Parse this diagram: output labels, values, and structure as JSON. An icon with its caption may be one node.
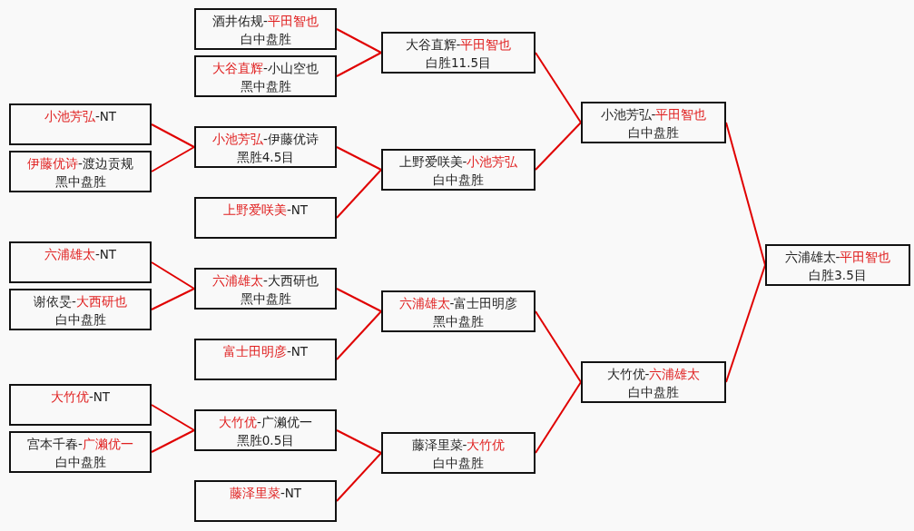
{
  "diagram": {
    "nodes": [
      {
        "text": [
          "**小池芳弘**-NT"
        ]
      },
      {
        "text": [
          "**伊藤优诗**-渡边贡规",
          "黑中盘胜"
        ]
      },
      {
        "text": [
          "**六浦雄太**-NT"
        ]
      },
      {
        "text": [
          "谢依旻-**大西研也**",
          "白中盘胜"
        ]
      },
      {
        "text": [
          "**大竹优**-NT"
        ]
      },
      {
        "text": [
          "宫本千春-**广濑优一**",
          "白中盘胜"
        ]
      },
      {
        "text": [
          "酒井佑规-**平田智也**",
          "白中盘胜"
        ]
      },
      {
        "text": [
          "**大谷直辉**-小山空也",
          "黑中盘胜"
        ]
      },
      {
        "text": [
          "**小池芳弘**-伊藤优诗",
          "黑胜4.5目"
        ]
      },
      {
        "text": [
          "**上野爱咲美**-NT"
        ]
      },
      {
        "text": [
          "**六浦雄太**-大西研也",
          "黑中盘胜"
        ]
      },
      {
        "text": [
          "**富士田明彦**-NT"
        ]
      },
      {
        "text": [
          "**大竹优**-广濑优一",
          "黑胜0.5目"
        ]
      },
      {
        "text": [
          "**藤泽里菜**-NT"
        ]
      },
      {
        "text": [
          "大谷直辉-**平田智也**",
          "白胜11.5目"
        ]
      },
      {
        "text": [
          "上野爱咲美-**小池芳弘**",
          "白中盘胜"
        ]
      },
      {
        "text": [
          "**六浦雄太**-富士田明彦",
          "黑中盘胜"
        ]
      },
      {
        "text": [
          "藤泽里菜-**大竹优**",
          "白中盘胜"
        ]
      },
      {
        "text": [
          "小池芳弘-**平田智也**",
          "白中盘胜"
        ]
      },
      {
        "text": [
          "大竹优-**六浦雄太**",
          "白中盘胜"
        ]
      },
      {
        "text": [
          "六浦雄太-**平田智也**",
          "白胜3.5目"
        ]
      }
    ],
    "edges": [
      {
        "from": 0,
        "to": 8,
        "arrow": "none"
      },
      {
        "from": 1,
        "to": 8,
        "arrow": "none"
      },
      {
        "from": 2,
        "to": 10,
        "arrow": "none"
      },
      {
        "from": 3,
        "to": 10,
        "arrow": "none"
      },
      {
        "from": 4,
        "to": 12,
        "arrow": "none"
      },
      {
        "from": 5,
        "to": 12,
        "arrow": "none"
      },
      {
        "from": 6,
        "to": 14,
        "arrow": "none"
      },
      {
        "from": 7,
        "to": 14,
        "arrow": "none"
      },
      {
        "from": 8,
        "to": 15,
        "arrow": "none"
      },
      {
        "from": 9,
        "to": 15,
        "arrow": "none"
      },
      {
        "from": 10,
        "to": 16,
        "arrow": "none"
      },
      {
        "from": 11,
        "to": 16,
        "arrow": "none"
      },
      {
        "from": 12,
        "to": 17,
        "arrow": "none"
      },
      {
        "from": 13,
        "to": 17,
        "arrow": "none"
      },
      {
        "from": 14,
        "to": 18,
        "arrow": "none"
      },
      {
        "from": 15,
        "to": 18,
        "arrow": "none"
      },
      {
        "from": 16,
        "to": 19,
        "arrow": "none"
      },
      {
        "from": 17,
        "to": 19,
        "arrow": "none"
      },
      {
        "from": 18,
        "to": 20,
        "arrow": "none"
      },
      {
        "from": 19,
        "to": 20,
        "arrow": "none"
      }
    ]
  }
}
